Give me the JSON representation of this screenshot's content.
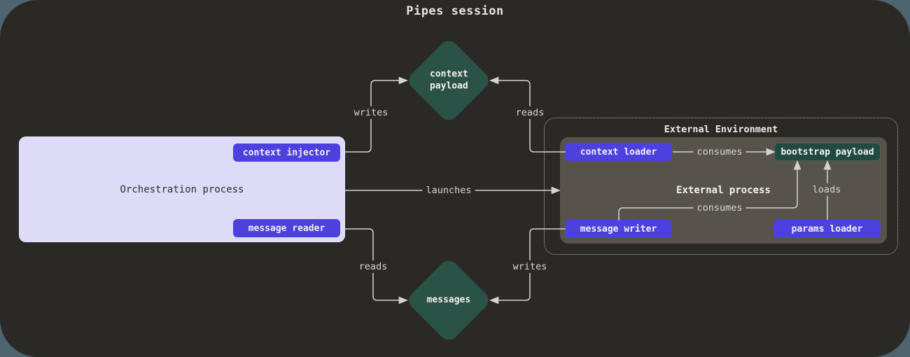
{
  "title": "Pipes session",
  "orchestration": {
    "label": "Orchestration process",
    "context_injector": "context injector",
    "message_reader": "message reader"
  },
  "external": {
    "env_label": "External Environment",
    "process_label": "External process",
    "context_loader": "context loader",
    "bootstrap_payload": "bootstrap payload",
    "message_writer": "message writer",
    "params_loader": "params loader"
  },
  "diamonds": {
    "context_payload": "context\npayload",
    "messages": "messages"
  },
  "edges": {
    "writes_top": "writes",
    "reads_top": "reads",
    "launches": "launches",
    "reads_bottom": "reads",
    "writes_bottom": "writes",
    "consumes_top": "consumes",
    "consumes_bottom": "consumes",
    "loads": "loads"
  },
  "colors": {
    "outer_background": "#4e646e",
    "canvas_background": "#2b2926",
    "node_purple": "#4c40df",
    "diamond_teal": "#2b5247",
    "payload_teal": "#224a41",
    "process_gray": "#57534b",
    "orchestration_lavender": "#dddbf8",
    "wire_gray": "#d5d3cf"
  }
}
